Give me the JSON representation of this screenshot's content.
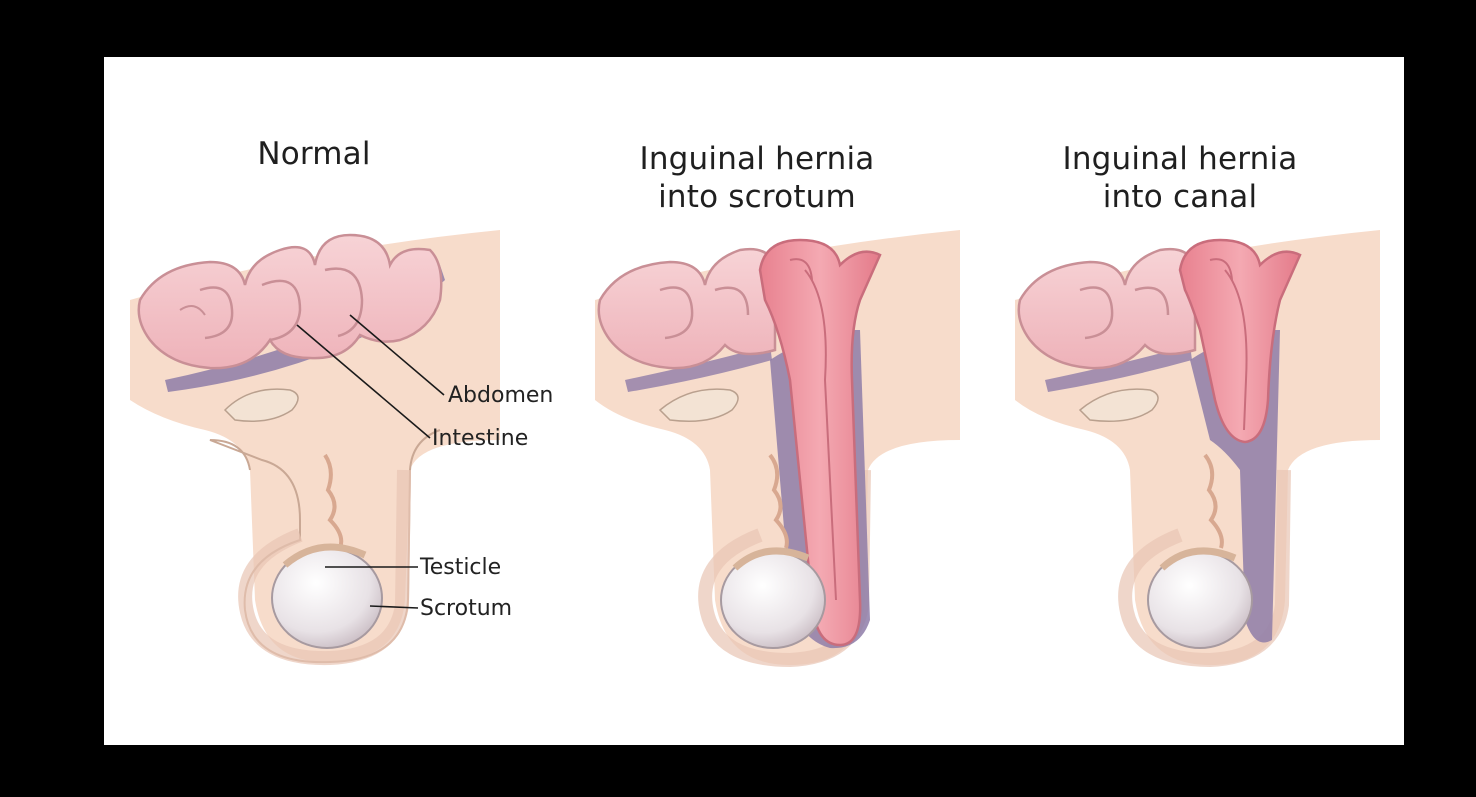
{
  "panels": [
    {
      "title_line1": "Normal",
      "title_line2": ""
    },
    {
      "title_line1": "Inguinal hernia",
      "title_line2": "into scrotum"
    },
    {
      "title_line1": "Inguinal hernia",
      "title_line2": "into canal"
    }
  ],
  "labels": {
    "abdomen": "Abdomen",
    "intestine": "Intestine",
    "testicle": "Testicle",
    "scrotum": "Scrotum"
  },
  "colors": {
    "frame": "#000000",
    "background": "#ffffff",
    "skin": "#f6d9c4",
    "intestine": "#f2b9bf",
    "hernia": "#ec8f9b",
    "peritoneum": "#8e7ca8",
    "testicle": "#ece7ea"
  }
}
